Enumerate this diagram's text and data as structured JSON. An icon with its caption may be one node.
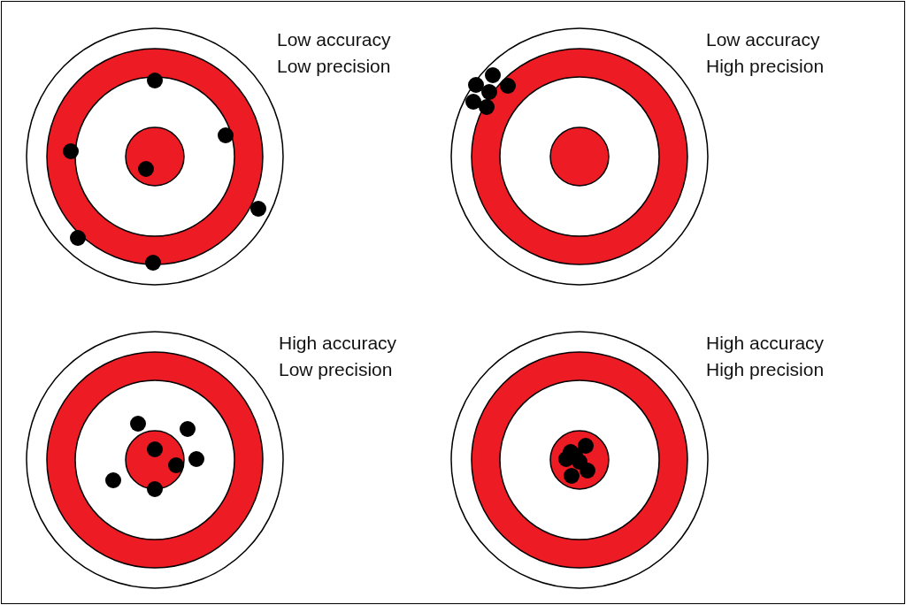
{
  "diagram": {
    "labels": [
      "Low accuracy",
      "Low precision",
      "Low accuracy",
      "High precision",
      "High accuracy",
      "Low precision",
      "High accuracy",
      "High precision"
    ]
  }
}
